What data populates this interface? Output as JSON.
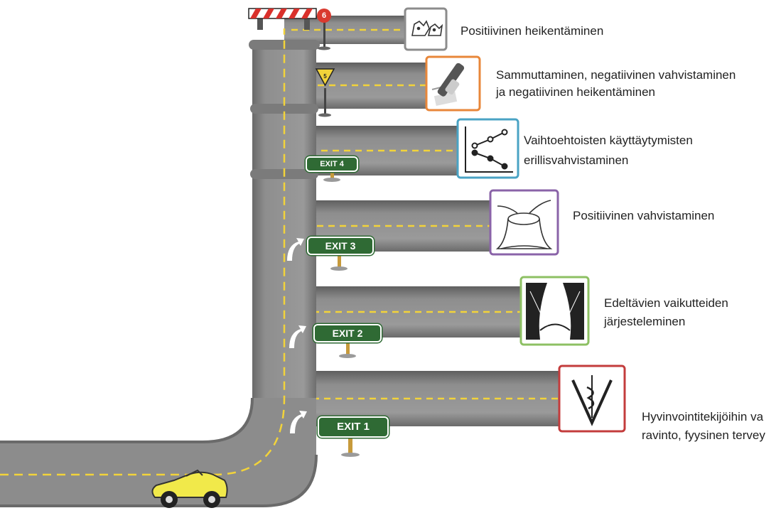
{
  "steps": [
    {
      "text": "Positiivinen heikentäminen",
      "icon": "monster-icon",
      "color": "#8c8c8c"
    },
    {
      "text_line1": "Sammuttaminen, negatiivinen vahvistaminen",
      "text_line2": "ja negatiivinen heikentäminen",
      "icon": "eraser-icon",
      "color": "#e8873a"
    },
    {
      "text_line1": "Vaihtoehtoisten käyttäytymisten",
      "text_line2": "erillisvahvistaminen",
      "icon": "line-chart-icon",
      "color": "#4aa3c4"
    },
    {
      "text": "Positiivinen vahvistaminen",
      "icon": "hand-in-bowl-icon",
      "color": "#8a63a8"
    },
    {
      "text_line1": "Edeltävien vaikutteiden",
      "text_line2": "järjesteleminen",
      "icon": "stage-curtain-icon",
      "color": "#8dc063"
    },
    {
      "text_line1": "Hyvinvointitekijöihin va",
      "text_line2": "ravinto, fyysinen tervey",
      "icon": "veterinary-caduceus-icon",
      "color": "#c33c3c"
    }
  ],
  "exits": [
    "EXIT 1",
    "EXIT 2",
    "EXIT 3",
    "EXIT 4"
  ],
  "top_sign_number": "6",
  "colors": {
    "road": "#8a8a8a",
    "road_dark": "#6e6e6e",
    "lane": "#f2d33a",
    "sign_green": "#2f6a34",
    "car": "#f1e94a"
  }
}
